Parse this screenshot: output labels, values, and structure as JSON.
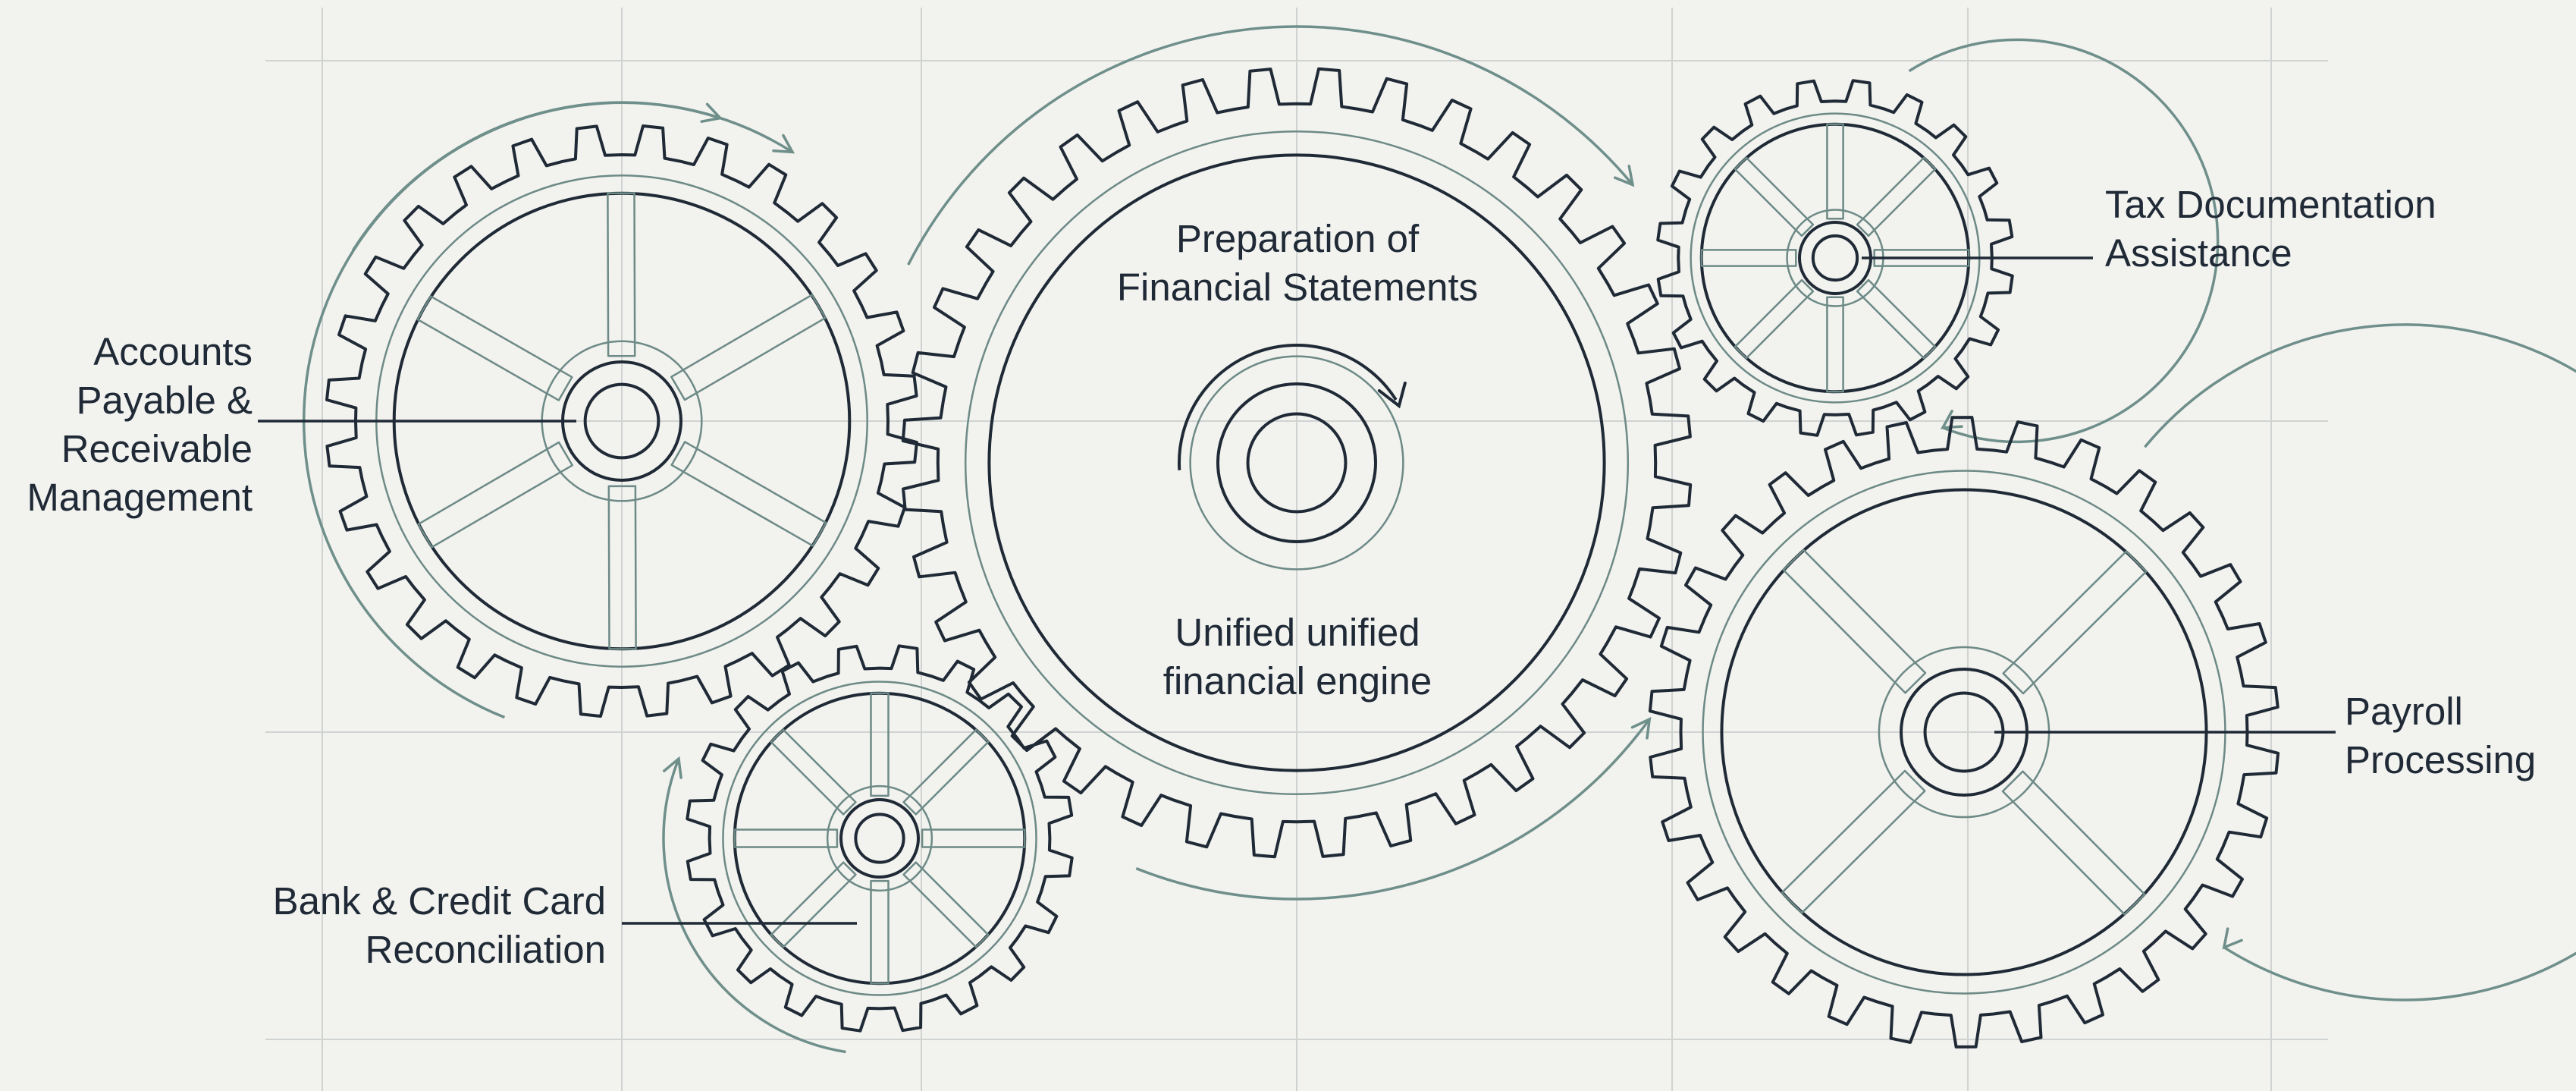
{
  "colors": {
    "background": "#f2f2ef",
    "gear_stroke": "#1f2a36",
    "gear_inner": "#6d8a86",
    "arrow": "#6f8f8a",
    "grid": "#cfd3d2"
  },
  "icons": [
    "gear-icon",
    "rotation-arrow-icon"
  ],
  "labels": {
    "accounts": [
      "Accounts",
      "Payable &",
      "Receivable",
      "Management"
    ],
    "bank": [
      "Bank & Credit Card",
      "Reconciliation"
    ],
    "center_top": [
      "Preparation of",
      "Financial Statements"
    ],
    "center_bottom": [
      "Unified unified",
      "financial engine"
    ],
    "tax": [
      "Tax Documentation",
      "Assistance"
    ],
    "payroll": [
      "Payroll",
      "Processing"
    ]
  }
}
